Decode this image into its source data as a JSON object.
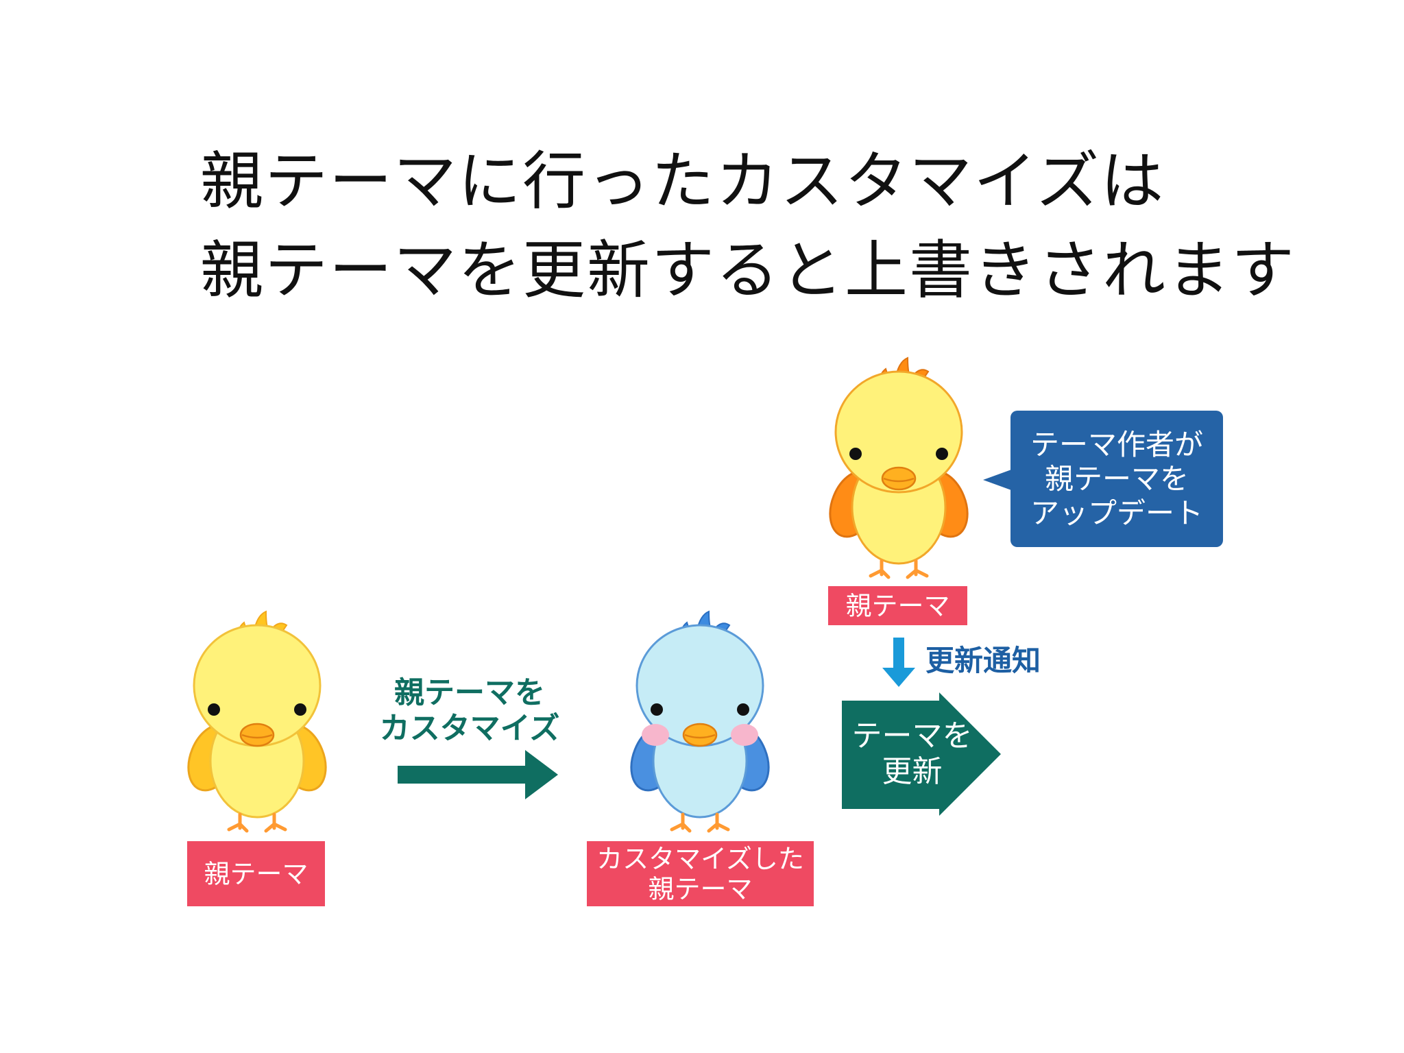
{
  "title": {
    "line1": "親テーマに行ったカスタマイズは",
    "line2": "親テーマを更新すると上書きされます"
  },
  "left_chick": {
    "label": "親テーマ"
  },
  "customize_step": {
    "line1": "親テーマを",
    "line2": "カスタマイズ"
  },
  "middle_chick": {
    "label_line1": "カスタマイズした",
    "label_line2": "親テーマ"
  },
  "top_chick": {
    "label": "親テーマ"
  },
  "speech_bubble": {
    "line1": "テーマ作者が",
    "line2": "親テーマを",
    "line3": "アップデート"
  },
  "notification": {
    "text": "更新通知"
  },
  "update_block": {
    "line1": "テーマを",
    "line2": "更新"
  },
  "colors": {
    "label_red": "#ef4a62",
    "teal": "#0f6e61",
    "bubble_blue": "#2563a6",
    "notify_arrow": "#1a9ad9"
  }
}
